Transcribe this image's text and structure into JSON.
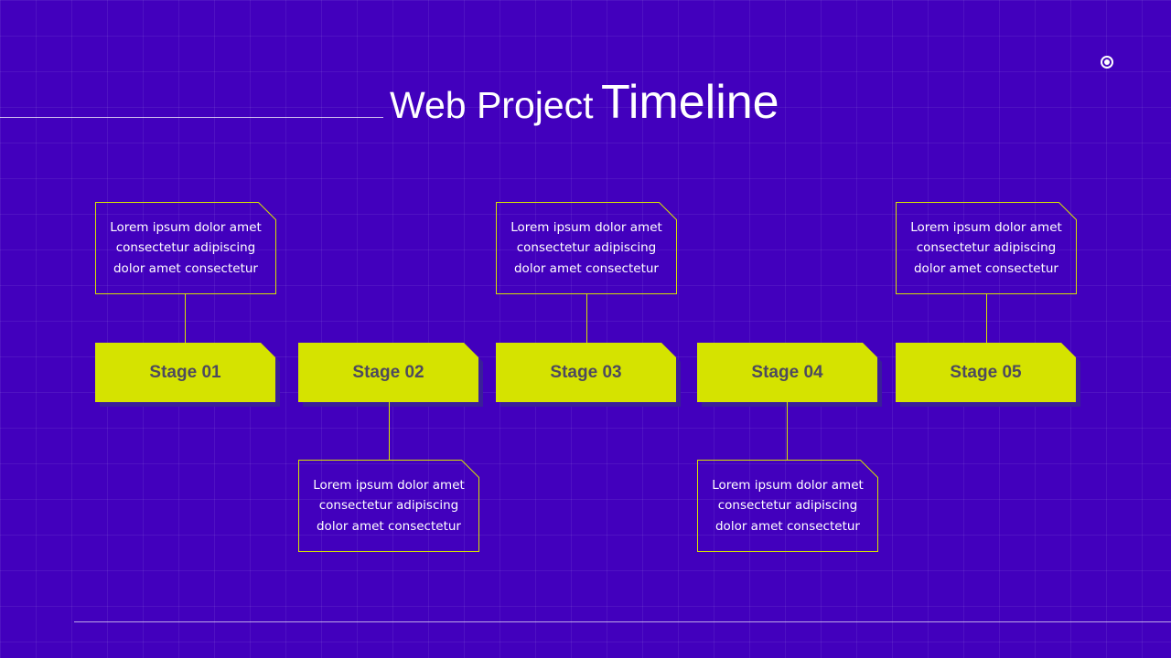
{
  "title": {
    "light": "Web Project",
    "bold": "Timeline"
  },
  "colors": {
    "background": "#4200bd",
    "stage_fill": "#d5e300",
    "stage_text": "#4d4a5e",
    "card_border": "#d5e300"
  },
  "icons": {
    "corner": "radio-button-icon"
  },
  "stages": [
    {
      "label": "Stage 01",
      "text": [
        "Lorem ipsum dolor amet",
        "consectetur adipiscing",
        "dolor amet consectetur"
      ],
      "card_position": "above"
    },
    {
      "label": "Stage 02",
      "text": [
        "Lorem ipsum dolor amet",
        "consectetur adipiscing",
        "dolor amet consectetur"
      ],
      "card_position": "below"
    },
    {
      "label": "Stage 03",
      "text": [
        "Lorem ipsum dolor amet",
        "consectetur adipiscing",
        "dolor amet consectetur"
      ],
      "card_position": "above"
    },
    {
      "label": "Stage 04",
      "text": [
        "Lorem ipsum dolor amet",
        "consectetur adipiscing",
        "dolor amet consectetur"
      ],
      "card_position": "below"
    },
    {
      "label": "Stage 05",
      "text": [
        "Lorem ipsum dolor amet",
        "consectetur adipiscing",
        "dolor amet consectetur"
      ],
      "card_position": "above"
    }
  ]
}
